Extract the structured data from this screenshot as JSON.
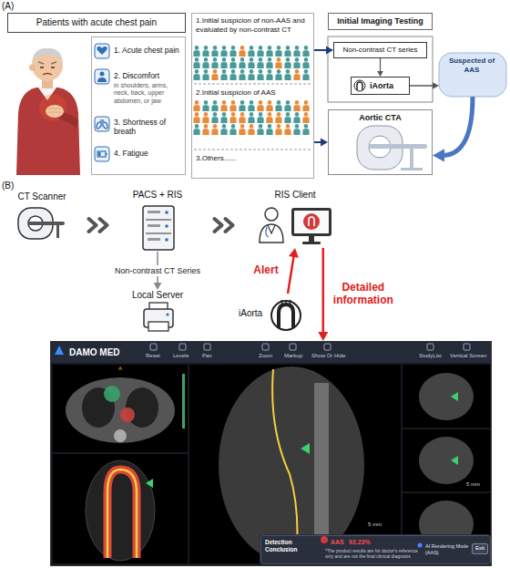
{
  "diagram": {
    "nodes": [
      {
        "text": [
          "Patients with acute chest pain"
        ]
      },
      {
        "text": [
          "1. Acute chest pain",
          "2. Discomfort",
          "in shoulders, arms, neck, back, upper abdomen, or jaw",
          "3. Shortness of breath",
          "4. Fatigue"
        ]
      },
      {
        "text": [
          "1.Initial suspicion of non-AAS and evaluated by non-contrast CT",
          "2.Initial suspicion of AAS",
          "3.Others......"
        ]
      },
      {
        "text": [
          "Initial Imaging Testing"
        ]
      },
      {
        "text": [
          "Non-contrast CT series"
        ]
      },
      {
        "text": [
          "iAorta"
        ]
      },
      {
        "text": [
          "Aortic CTA"
        ]
      },
      {
        "text": [
          "Suspected of AAS"
        ]
      },
      {
        "text": [
          "CT Scanner"
        ]
      },
      {
        "text": [
          "PACS + RIS"
        ]
      },
      {
        "text": [
          "RIS Client"
        ]
      },
      {
        "text": [
          "Local Server"
        ]
      },
      {
        "text": [
          "iAorta"
        ]
      },
      {
        "text": [
          "DAMO MED"
        ]
      },
      {
        "text": [
          "Detection Conclusion",
          "AAS",
          "92.23%",
          "*The product results are for doctor's reference only and are not the final clinical diagnosis",
          "AI Rendering Mode (AAS)"
        ],
        "in": 13
      },
      {
        "text": [
          "Exit"
        ],
        "in": 14
      }
    ],
    "edges": [
      {
        "from": 4,
        "to": 5,
        "arrow": "to"
      },
      {
        "from": 2,
        "to": 4,
        "arrow": "to"
      },
      {
        "from": 2,
        "to": 6,
        "arrow": "to"
      },
      {
        "from": 5,
        "to": 7,
        "arrow": "to"
      },
      {
        "from": 7,
        "to": 6,
        "arrow": "to"
      },
      {
        "from": 8,
        "to": 9,
        "arrow": "to"
      },
      {
        "from": 9,
        "to": 10,
        "arrow": "to"
      },
      {
        "from": 9,
        "to": 11,
        "label": "Non-contrast CT Series",
        "arrow": "to"
      },
      {
        "from": 12,
        "to": 10,
        "label": "Alert",
        "arrow": "to"
      },
      {
        "from": 10,
        "to": 13,
        "label": "Detailed information",
        "arrow": "to"
      }
    ],
    "labels": [
      "(A)",
      "(B)",
      "Reset",
      "Levels",
      "Pan",
      "Zoom",
      "Markup",
      "Show Or Hide",
      "StudyList",
      "Vertical Screen",
      "A",
      "5 mm",
      "5 mm"
    ]
  }
}
